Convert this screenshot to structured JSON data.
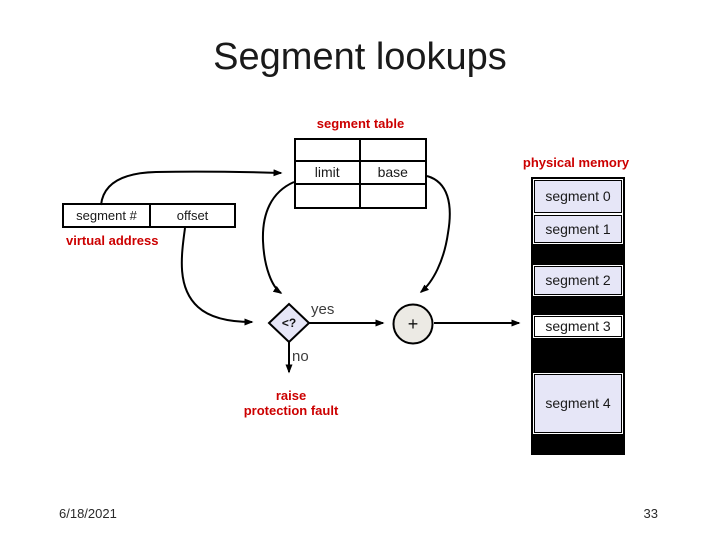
{
  "slide": {
    "title": "Segment lookups",
    "footer": {
      "date": "6/18/2021",
      "page_number": "33"
    }
  },
  "diagram": {
    "segment_table": {
      "label": "segment table",
      "columns": [
        "limit",
        "base"
      ]
    },
    "virtual_address": {
      "label": "virtual address",
      "fields": [
        "segment #",
        "offset"
      ]
    },
    "comparator": {
      "symbol": "<?",
      "yes_label": "yes",
      "no_label": "no",
      "fault_line1": "raise",
      "fault_line2": "protection fault"
    },
    "adder": {
      "symbol": "+"
    },
    "physical_memory": {
      "label": "physical memory",
      "segments": [
        {
          "label": "segment 0",
          "highlighted": false
        },
        {
          "label": "segment 1",
          "highlighted": false
        },
        {
          "label": "segment 2",
          "highlighted": false
        },
        {
          "label": "segment 3",
          "highlighted": true
        },
        {
          "label": "segment 4",
          "highlighted": false
        }
      ]
    }
  },
  "colors": {
    "accent_red": "#cc0000",
    "segment_cell_fill": "#e6e6f7",
    "highlight_cell_fill": "#ffffff",
    "adder_fill": "#eceae4",
    "memory_background": "#000000"
  }
}
